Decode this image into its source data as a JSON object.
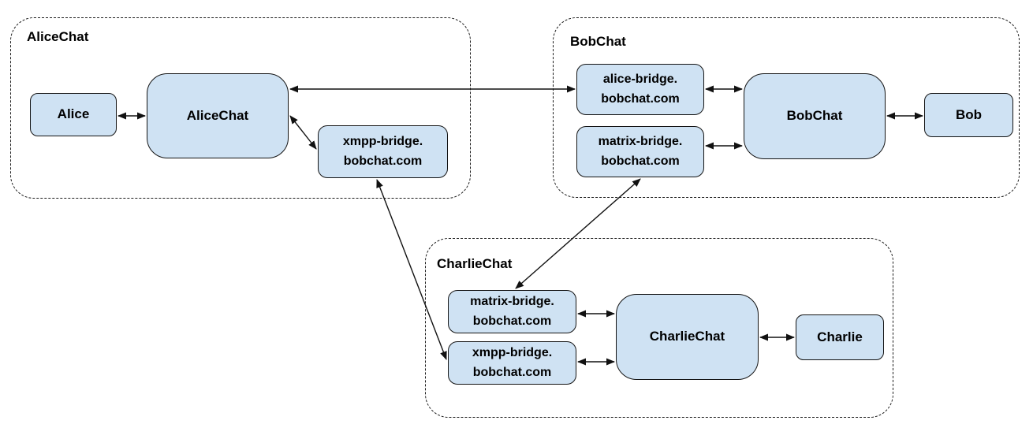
{
  "diagram": {
    "type": "architecture-diagram",
    "description": "Federated chat bridging topology between three chat services",
    "colors": {
      "background": "#ffffff",
      "node_fill": "#cfe2f3",
      "node_border": "#141414",
      "container_border": "#1c1c1c",
      "text": "#000000",
      "arrow": "#111111"
    },
    "containers": [
      {
        "id": "alicechat-group",
        "label": "AliceChat"
      },
      {
        "id": "bobchat-group",
        "label": "BobChat"
      },
      {
        "id": "charliechat-group",
        "label": "CharlieChat"
      }
    ],
    "nodes": [
      {
        "id": "alice",
        "label": "Alice",
        "group": "alicechat-group"
      },
      {
        "id": "alicechat-server",
        "label": "AliceChat",
        "group": "alicechat-group"
      },
      {
        "id": "alice-xmpp-bridge",
        "label": "xmpp-bridge.\nbobchat.com",
        "group": "alicechat-group"
      },
      {
        "id": "bob-alice-bridge",
        "label": "alice-bridge.\nbobchat.com",
        "group": "bobchat-group"
      },
      {
        "id": "bob-matrix-bridge",
        "label": "matrix-bridge.\nbobchat.com",
        "group": "bobchat-group"
      },
      {
        "id": "bobchat-server",
        "label": "BobChat",
        "group": "bobchat-group"
      },
      {
        "id": "bob",
        "label": "Bob",
        "group": "bobchat-group"
      },
      {
        "id": "charlie-matrix-bridge",
        "label": "matrix-bridge.\nbobchat.com",
        "group": "charliechat-group"
      },
      {
        "id": "charlie-xmpp-bridge",
        "label": "xmpp-bridge.\nbobchat.com",
        "group": "charliechat-group"
      },
      {
        "id": "charliechat-server",
        "label": "CharlieChat",
        "group": "charliechat-group"
      },
      {
        "id": "charlie",
        "label": "Charlie",
        "group": "charliechat-group"
      }
    ],
    "edges": [
      {
        "from": "alice",
        "to": "alicechat-server",
        "direction": "bidirectional"
      },
      {
        "from": "alicechat-server",
        "to": "bob-alice-bridge",
        "direction": "bidirectional"
      },
      {
        "from": "alicechat-server",
        "to": "alice-xmpp-bridge",
        "direction": "bidirectional"
      },
      {
        "from": "alice-xmpp-bridge",
        "to": "charlie-xmpp-bridge",
        "direction": "bidirectional"
      },
      {
        "from": "bob-alice-bridge",
        "to": "bobchat-server",
        "direction": "bidirectional"
      },
      {
        "from": "bob-matrix-bridge",
        "to": "bobchat-server",
        "direction": "bidirectional"
      },
      {
        "from": "bobchat-server",
        "to": "bob",
        "direction": "bidirectional"
      },
      {
        "from": "bob-matrix-bridge",
        "to": "charlie-matrix-bridge",
        "direction": "bidirectional"
      },
      {
        "from": "charlie-matrix-bridge",
        "to": "charliechat-server",
        "direction": "bidirectional"
      },
      {
        "from": "charlie-xmpp-bridge",
        "to": "charliechat-server",
        "direction": "bidirectional"
      },
      {
        "from": "charliechat-server",
        "to": "charlie",
        "direction": "bidirectional"
      }
    ]
  }
}
